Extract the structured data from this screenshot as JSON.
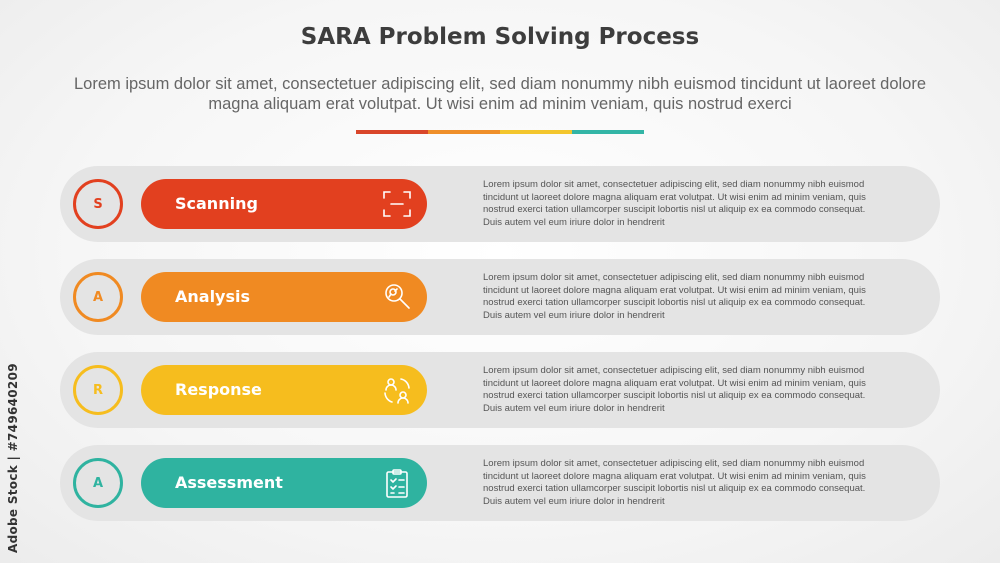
{
  "title": "SARA Problem Solving Process",
  "subtitle": "Lorem ipsum dolor sit amet, consectetuer adipiscing elit, sed diam nonummy nibh euismod tincidunt ut laoreet dolore magna aliquam erat volutpat. Ut wisi enim ad minim veniam, quis nostrud exerci",
  "divider_colors": [
    "#d9462a",
    "#ef8f2a",
    "#f3c62d",
    "#33b5a6"
  ],
  "steps": [
    {
      "letter": "S",
      "label": "Scanning",
      "icon": "scan-frame-icon",
      "color": "#e2401f",
      "description": "Lorem ipsum dolor sit amet, consectetuer adipiscing elit, sed diam nonummy nibh euismod tincidunt ut laoreet dolore magna aliquam erat volutpat. Ut wisi enim ad minim veniam, quis nostrud exerci tation ullamcorper suscipit lobortis nisl ut aliquip ex ea commodo consequat. Duis autem vel eum iriure dolor in hendrerit"
    },
    {
      "letter": "A",
      "label": "Analysis",
      "icon": "magnifier-analysis-icon",
      "color": "#f08a22",
      "description": "Lorem ipsum dolor sit amet, consectetuer adipiscing elit, sed diam nonummy nibh euismod tincidunt ut laoreet dolore magna aliquam erat volutpat. Ut wisi enim ad minim veniam, quis nostrud exerci tation ullamcorper suscipit lobortis nisl ut aliquip ex ea commodo consequat. Duis autem vel eum iriure dolor in hendrerit"
    },
    {
      "letter": "R",
      "label": "Response",
      "icon": "people-cycle-icon",
      "color": "#f6bd1e",
      "description": "Lorem ipsum dolor sit amet, consectetuer adipiscing elit, sed diam nonummy nibh euismod tincidunt ut laoreet dolore magna aliquam erat volutpat. Ut wisi enim ad minim veniam, quis nostrud exerci tation ullamcorper suscipit lobortis nisl ut aliquip ex ea commodo consequat. Duis autem vel eum iriure dolor in hendrerit"
    },
    {
      "letter": "A",
      "label": "Assessment",
      "icon": "clipboard-checklist-icon",
      "color": "#2fb3a0",
      "description": "Lorem ipsum dolor sit amet, consectetuer adipiscing elit, sed diam nonummy nibh euismod tincidunt ut laoreet dolore magna aliquam erat volutpat. Ut wisi enim ad minim veniam, quis nostrud exerci tation ullamcorper suscipit lobortis nisl ut aliquip ex ea commodo consequat. Duis autem vel eum iriure dolor in hendrerit"
    }
  ],
  "watermark": "Adobe Stock | #749640209"
}
